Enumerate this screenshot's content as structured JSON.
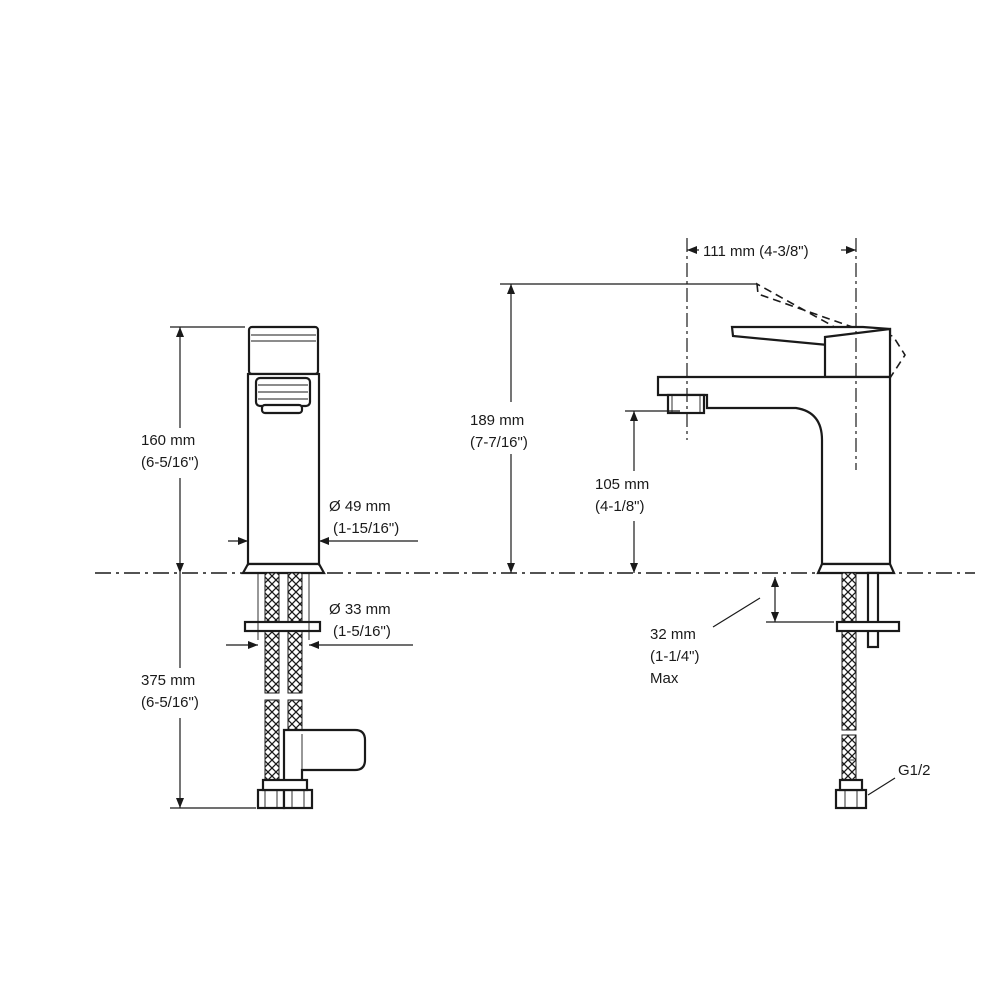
{
  "dimensions": {
    "side_height": {
      "mm": "160 mm",
      "inch": "(6-5/16\")"
    },
    "body_diameter": {
      "mm": "Ø 49 mm",
      "inch": "(1-15/16\")"
    },
    "hole_diameter": {
      "mm": "Ø 33 mm",
      "inch": "(1-5/16\")"
    },
    "hose_length": {
      "mm": "375 mm",
      "inch": "(6-5/16\")"
    },
    "reach": {
      "text": "111 mm (4-3/8\")"
    },
    "total_height": {
      "mm": "189 mm",
      "inch": "(7-7/16\")"
    },
    "spout_height": {
      "mm": "105 mm",
      "inch": "(4-1/8\")"
    },
    "deck_thickness": {
      "mm": "32 mm",
      "inch": "(1-1/4\")",
      "note": "Max"
    },
    "connection": {
      "text": "G1/2"
    }
  },
  "colors": {
    "line": "#1a1a1a",
    "background": "#ffffff"
  }
}
